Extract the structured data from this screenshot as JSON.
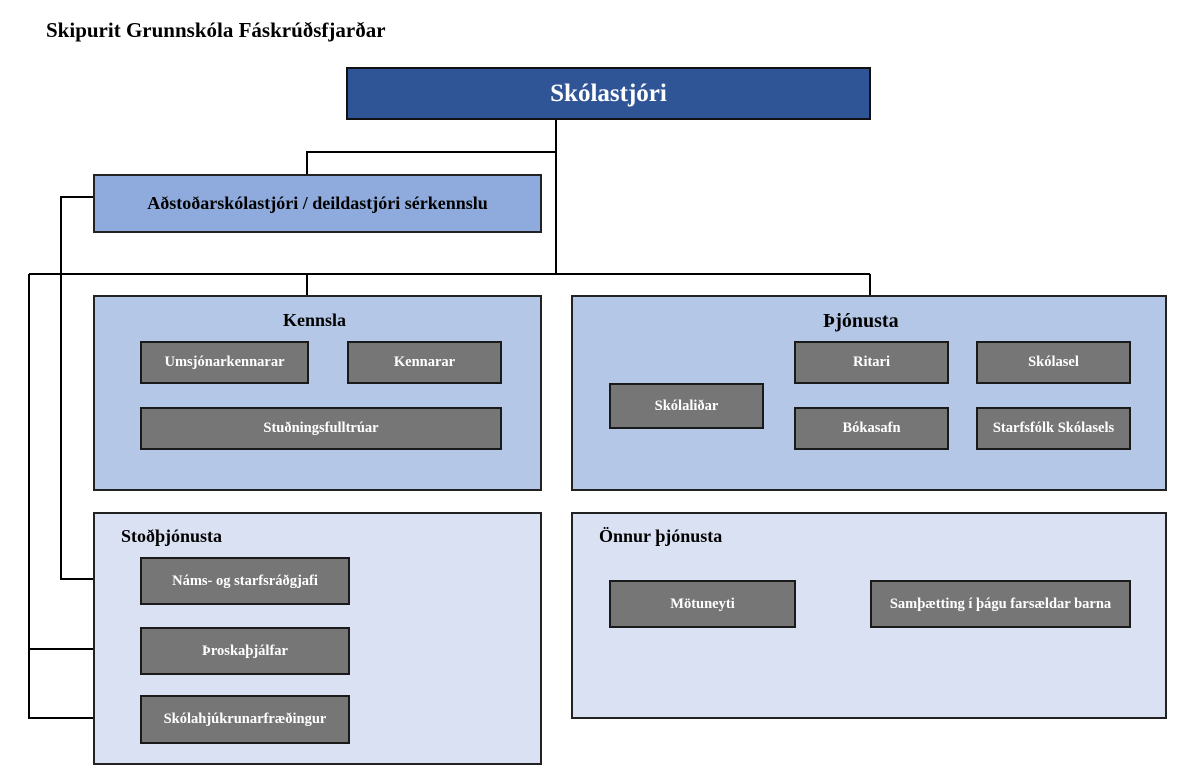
{
  "title": "Skipurit Grunnskóla Fáskrúðsfjarðar",
  "principal": "Skólastjóri",
  "deputy": "Aðstoðarskólastjóri / deildastjóri sérkennslu",
  "groups": {
    "teaching": {
      "title": "Kennsla",
      "units": [
        "Umsjónarkennarar",
        "Kennarar",
        "Stuðningsfulltrúar"
      ]
    },
    "services": {
      "title": "Þjónusta",
      "units": [
        "Skólaliðar",
        "Ritari",
        "Bókasafn",
        "Skólasel",
        "Starfsfólk Skólasels"
      ]
    },
    "support": {
      "title": "Stoðþjónusta",
      "units": [
        "Náms- og starfsráðgjafi",
        "Þroskaþjálfar",
        "Skólahjúkrunarfræðingur"
      ]
    },
    "other": {
      "title": "Önnur þjónusta",
      "units": [
        "Mötuneyti",
        "Samþætting í þágu farsældar barna"
      ]
    }
  },
  "colors": {
    "principal_fill": "#2f5597",
    "deputy_fill": "#8faadc",
    "group_dark_fill": "#b4c7e7",
    "group_light_fill": "#dae1f3",
    "unit_fill": "#767676",
    "line": "#000000"
  }
}
